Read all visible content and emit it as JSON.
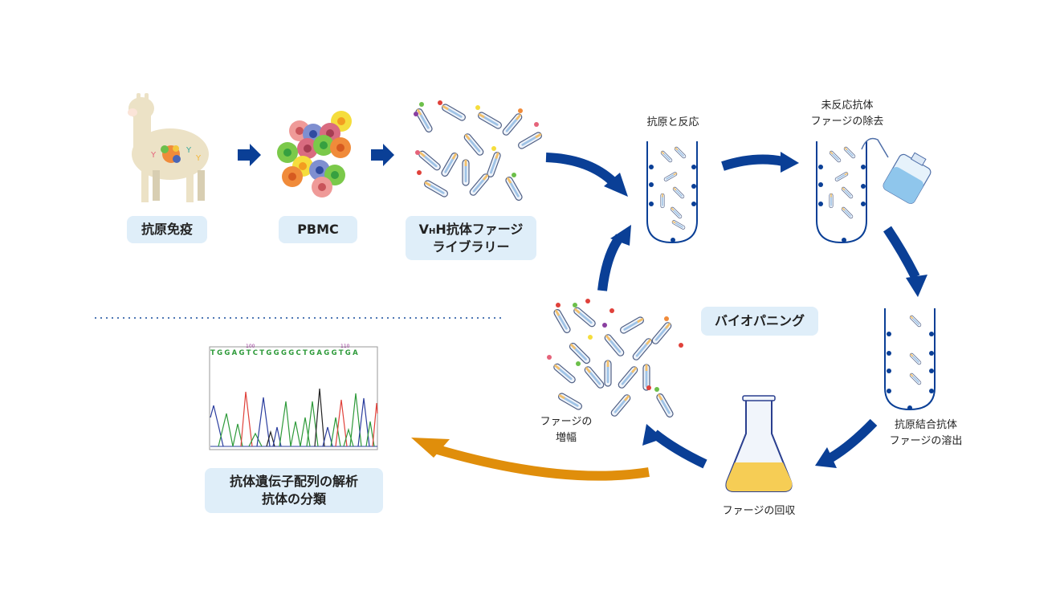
{
  "steps": {
    "immunization": "抗原免疫",
    "pbmc": "PBMC",
    "library_line1_prefix": "V",
    "library_line1_sub": "H",
    "library_line1_rest": "H抗体ファージ",
    "library_line2": "ライブラリー",
    "reaction": "抗原と反応",
    "wash": "未反応抗体\nファージの除去",
    "elution": "抗原結合抗体\nファージの溶出",
    "recovery": "ファージの回収",
    "amplification": "ファージの\n増幅",
    "biopanning": "バイオパニング",
    "analysis_line1": "抗体遺伝子配列の解析",
    "analysis_line2": "抗体の分類"
  },
  "sequence": {
    "bases": "TGGAGTCTGGGGCTGAGGTGA",
    "markers": [
      "100",
      "110"
    ]
  },
  "colors": {
    "arrow_blue": "#0a3f96",
    "arrow_orange": "#e08e0b",
    "label_bg": "#dfeef9",
    "base_A": "#2e9a3a",
    "base_C": "#2a3d9e",
    "base_G": "#222222",
    "base_T": "#e0413a"
  }
}
